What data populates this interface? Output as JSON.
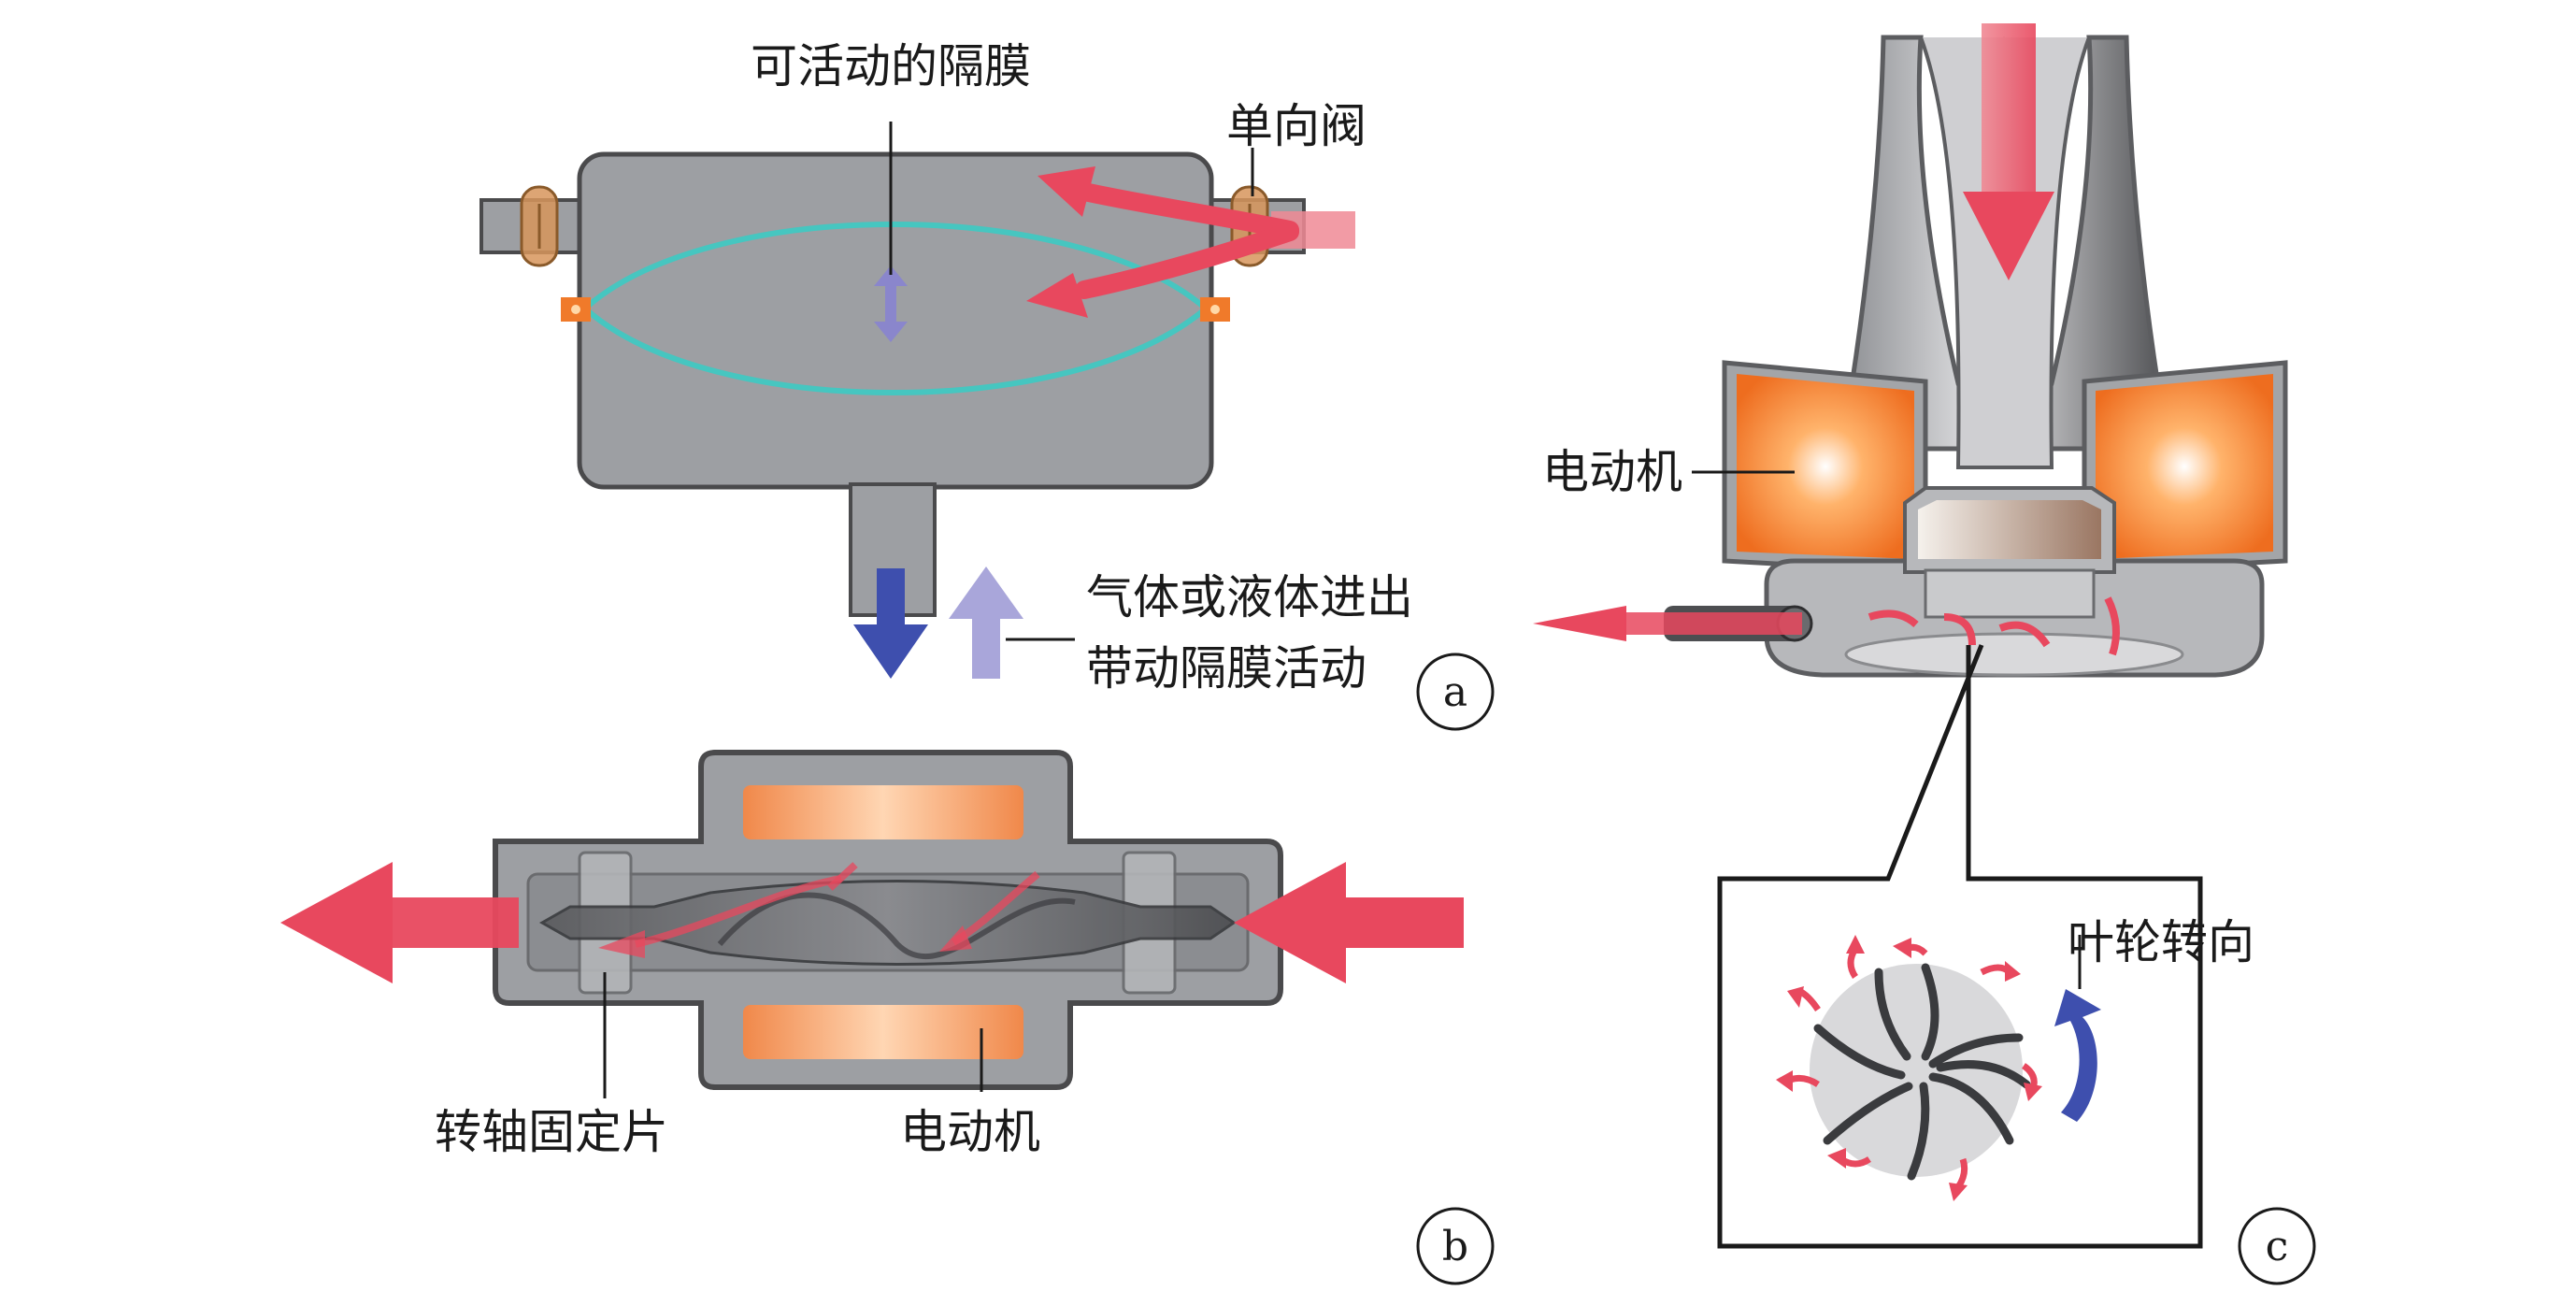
{
  "panel_a": {
    "letter": "a",
    "labels": {
      "diaphragm": "可活动的隔膜",
      "check_valve": "单向阀",
      "flow_line1": "气体或液体进出",
      "flow_line2": "带动隔膜活动"
    }
  },
  "panel_b": {
    "letter": "b",
    "labels": {
      "shaft_bracket": "转轴固定片",
      "motor": "电动机"
    }
  },
  "panel_c": {
    "letter": "c",
    "labels": {
      "motor": "电动机",
      "impeller_direction": "叶轮转向"
    }
  },
  "colors": {
    "casing": "#9d9fa3",
    "casing_stroke": "#4a4a4c",
    "flow_arrow": "#e8485e",
    "diaphragm": "#46c6c0",
    "motor_orange": "#f07a2a",
    "blue_arrow": "#3e4fae",
    "light_blue_arrow": "#a9a6da"
  }
}
